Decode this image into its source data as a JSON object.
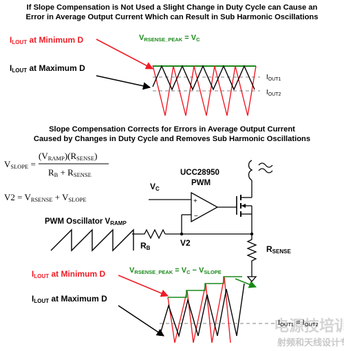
{
  "title_top": {
    "line1": "If Slope Compensation is Not Used a Slight Change in Duty Cycle can Cause an",
    "line2": "Error in Average Output Current Which can Result in Sub Harmonic Oscillations"
  },
  "panel1": {
    "min_label": "ILOUT at Minimum D",
    "max_label": "ILOUT at Maximum D",
    "vpeak_label": "VRSENSE_PEAK = VC",
    "iout1": "IOUT1",
    "iout2": "IOUT2"
  },
  "title_mid": {
    "line1": "Slope Compensation Corrects for Errors in Average Output Current",
    "line2": "Caused by Changes in Duty Cycle and Removes Sub Harmonic Oscillations"
  },
  "equations": {
    "vslope_lhs": "VSLOPE",
    "numerator": "(VRAMP)(RSENSE)",
    "denominator": "RB + RSENSE",
    "v2": "V2 = VRSENSE + VSLOPE"
  },
  "circuit": {
    "ic_name": "UCC28950",
    "ic_function": "PWM",
    "vc": "VC",
    "oscillator": "PWM Oscillator VRAMP",
    "rb": "RB",
    "v2": "V2",
    "rsense": "RSENSE",
    "plus": "+",
    "minus": "−"
  },
  "panel2": {
    "min_label": "ILOUT at Minimum D",
    "max_label": "ILOUT at Maximum D",
    "vpeak_label": "VRSENSE_PEAK = VC − VSLOPE",
    "iout_equal": "IOUT1 = IOUT2"
  },
  "watermark": {
    "line1": "电源技培训",
    "line2": "射频和天线设计专家"
  },
  "colors": {
    "red": "#ee1c25",
    "green": "#1a8a1a",
    "black": "#000000",
    "gray": "#9a9a9a"
  }
}
